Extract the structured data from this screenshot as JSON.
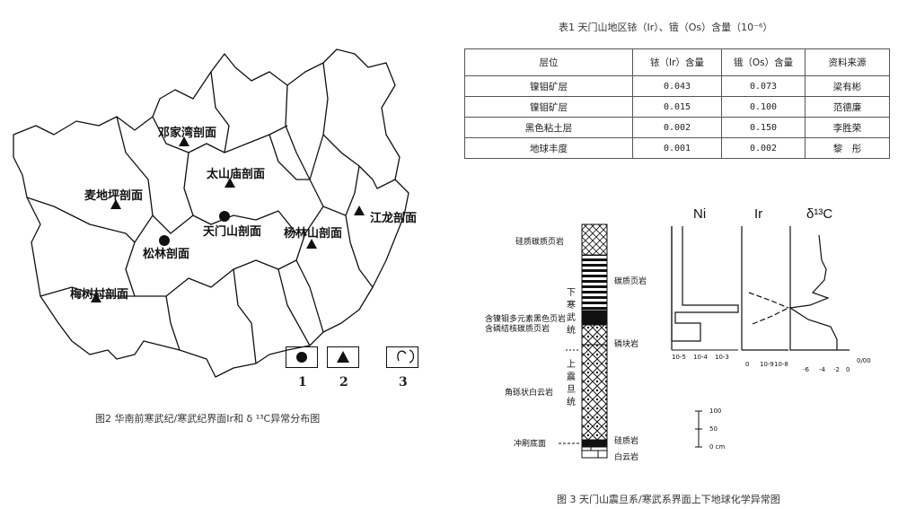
{
  "figure2": {
    "labels": {
      "xiangxue": "邓家湾剖面",
      "taishan": "太山庙剖面",
      "maidiping": "麦地坪剖面",
      "tianmenshan": "天门山剖面",
      "songlin": "松林剖面",
      "yulinshan": "杨林山剖面",
      "jianglong": "江龙剖面",
      "meishucun": "梅树村剖面"
    },
    "legend": [
      "1",
      "2",
      "3"
    ],
    "caption": "图2  华南前寒武纪/寒武纪界面Ir和 δ ¹³C异常分布图"
  },
  "table1": {
    "title": "表1  天门山地区铱（Ir）、锇（Os）含量（10⁻⁶）",
    "headers": [
      "层位",
      "铱（Ir）含量",
      "锇（Os）含量",
      "资料来源"
    ],
    "rows": [
      [
        "镍钼矿层",
        "0.043",
        "0.073",
        "梁有彬"
      ],
      [
        "镍钼矿层",
        "0.015",
        "0.100",
        "范德廉"
      ],
      [
        "黑色粘土层",
        "0.002",
        "0.150",
        "李胜荣"
      ],
      [
        "地球丰度",
        "0.001",
        "0.002",
        "黎　彤"
      ]
    ]
  },
  "figure3": {
    "left_labels": {
      "l1": "硅质碳质页岩",
      "l2": "含镍钼多元素黑色页岩",
      "l3": "含磷结核碳质页岩",
      "l4": "角砾状白云岩",
      "l5": "冲刷底面"
    },
    "stage_lower": "下寒武统",
    "stage_upper": "上震旦统",
    "right_labels": {
      "r1": "碳质页岩",
      "r2": "磷块岩",
      "r3": "硅质岩",
      "r4": "白云岩"
    },
    "columns": {
      "ni": "Ni",
      "ir": "Ir",
      "c13": "δ¹³C"
    },
    "ticks": {
      "ni": [
        "10-5",
        "10-4",
        "10-3"
      ],
      "ir": [
        "0",
        "10-9",
        "10-8"
      ],
      "c13": [
        "-6",
        "-4",
        "-2",
        "0",
        "0/00"
      ]
    },
    "scale": [
      "100",
      "50",
      "0  cm"
    ],
    "caption": "图 3  天门山震旦系/寒武系界面上下地球化学异常图"
  }
}
